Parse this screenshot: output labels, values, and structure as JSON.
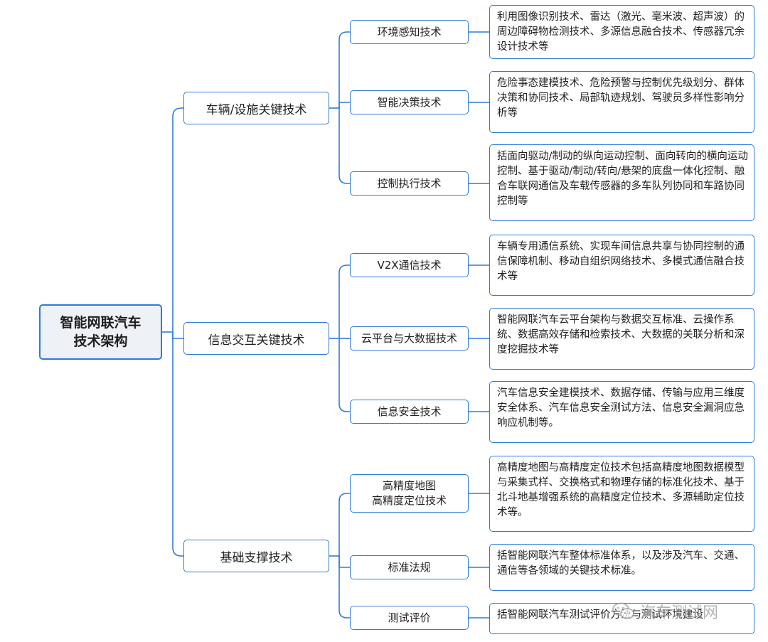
{
  "root": {
    "line1": "智能网联汽车",
    "line2": "技术架构"
  },
  "branches": [
    {
      "label": "车辆/设施关键技术",
      "children": [
        {
          "label": "环境感知技术",
          "desc": "利用图像识别技术、雷达（激光、毫米波、超声波）的周边障碍物检测技术、多源信息融合技术、传感器冗余设计技术等"
        },
        {
          "label": "智能决策技术",
          "desc": "危险事态建模技术、危险预警与控制优先级划分、群体决策和协同技术、局部轨迹规划、驾驶员多样性影响分析等"
        },
        {
          "label": "控制执行技术",
          "desc": "括面向驱动/制动的纵向运动控制、面向转向的横向运动控制、基于驱动/制动/转向/悬架的底盘一体化控制、融合车联网通信及车载传感器的多车队列协同和车路协同控制等"
        }
      ]
    },
    {
      "label": "信息交互关键技术",
      "children": [
        {
          "label": "V2X通信技术",
          "desc": "车辆专用通信系统、实现车间信息共享与协同控制的通信保障机制、移动自组织网络技术、多模式通信融合技术等"
        },
        {
          "label": "云平台与大数据技术",
          "desc": "智能网联汽车云平台架构与数据交互标准、云操作系统、数据高效存储和检索技术、大数据的关联分析和深度挖掘技术等"
        },
        {
          "label": "信息安全技术",
          "desc": "汽车信息安全建模技术、数据存储、传输与应用三维度安全体系、汽车信息安全测试方法、信息安全漏洞应急响应机制等。"
        }
      ]
    },
    {
      "label": "基础支撑技术",
      "children": [
        {
          "label": "高精度地图",
          "label2": "高精度定位技术",
          "desc": "高精度地图与高精度定位技术包括高精度地图数据模型与采集式样、交换格式和物理存储的标准化技术、基于北斗地基增强系统的高精度定位技术、多源辅助定位技术等。"
        },
        {
          "label": "标准法规",
          "desc": "括智能网联汽车整体标准体系，以及涉及汽车、交通、通信等各领域的关键技术标准。"
        },
        {
          "label": "测试评价",
          "desc": "括智能网联汽车测试评价方法与测试环境建设"
        }
      ]
    }
  ],
  "watermark": {
    "text": "汽车测试网",
    "icon": "wechat-icon"
  },
  "colors": {
    "line": "#2f7bd8",
    "root_bg": "#eef1f5"
  }
}
